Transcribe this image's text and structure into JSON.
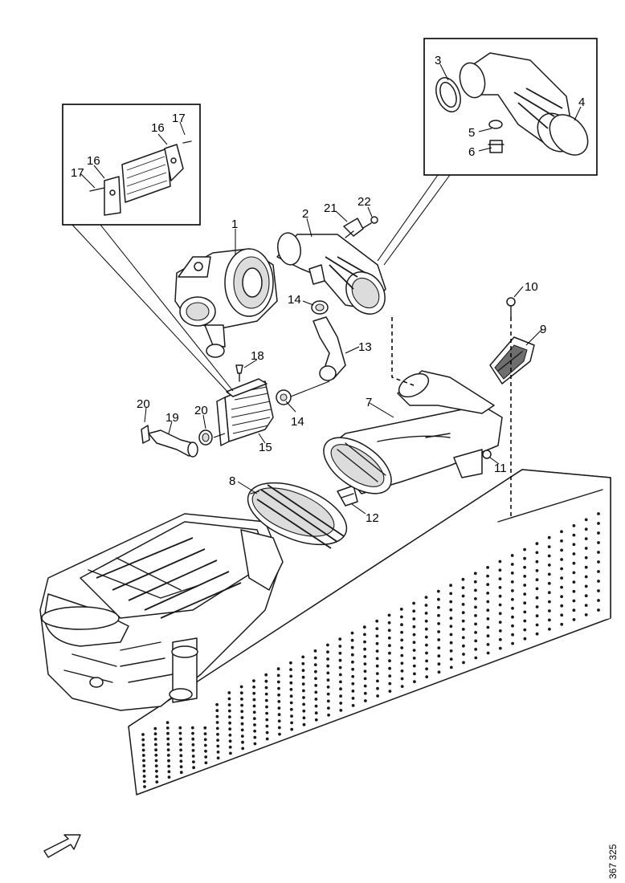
{
  "diagram": {
    "ref_number": "367 325",
    "callouts": [
      "1",
      "2",
      "3",
      "4",
      "5",
      "6",
      "7",
      "8",
      "9",
      "10",
      "11",
      "12",
      "13",
      "14",
      "14",
      "15",
      "16",
      "16",
      "17",
      "17",
      "18",
      "19",
      "20",
      "20",
      "21",
      "22"
    ],
    "labels": {
      "c1": "1",
      "c2": "2",
      "c3": "3",
      "c4": "4",
      "c5": "5",
      "c6": "6",
      "c7": "7",
      "c8": "8",
      "c9": "9",
      "c10": "10",
      "c11": "11",
      "c12": "12",
      "c13": "13",
      "c14a": "14",
      "c14b": "14",
      "c15": "15",
      "c16a": "16",
      "c16b": "16",
      "c17a": "17",
      "c17b": "17",
      "c18": "18",
      "c19": "19",
      "c20a": "20",
      "c20b": "20",
      "c21": "21",
      "c22": "22"
    }
  },
  "icons": {
    "direction_arrow": "forward-arrow-icon"
  }
}
